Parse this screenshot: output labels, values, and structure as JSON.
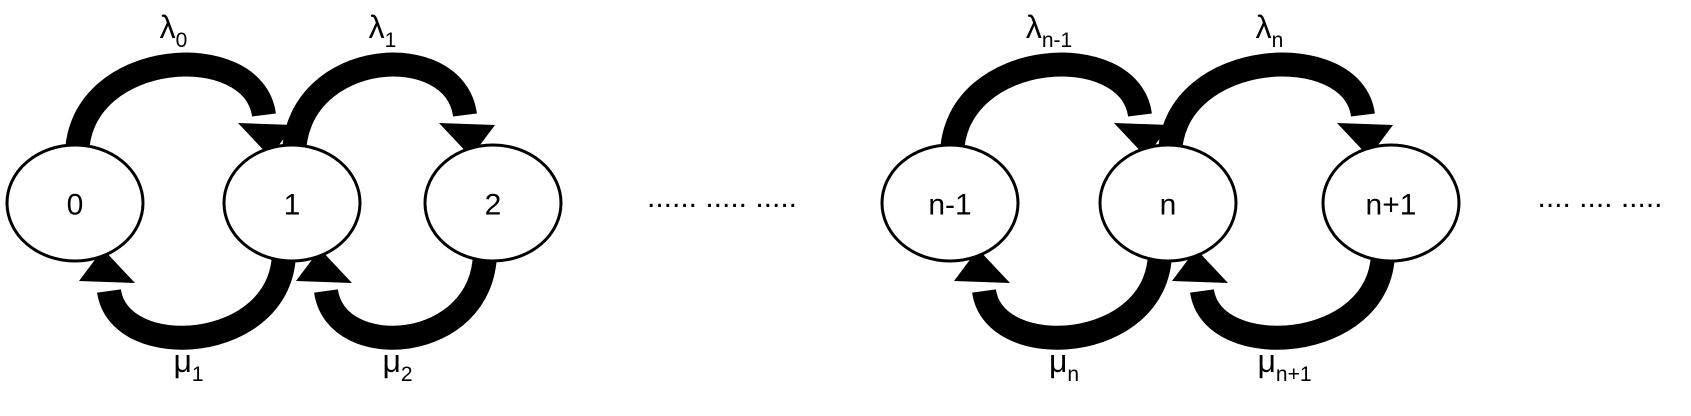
{
  "nodes": [
    {
      "id": "0",
      "label": "0"
    },
    {
      "id": "1",
      "label": "1"
    },
    {
      "id": "2",
      "label": "2"
    },
    {
      "id": "n-1",
      "label": "n-1"
    },
    {
      "id": "n",
      "label": "n"
    },
    {
      "id": "n+1",
      "label": "n+1"
    }
  ],
  "birth_rates": [
    {
      "symbol": "λ",
      "sub": "0",
      "from": "0",
      "to": "1"
    },
    {
      "symbol": "λ",
      "sub": "1",
      "from": "1",
      "to": "2"
    },
    {
      "symbol": "λ",
      "sub": "n-1",
      "from": "n-1",
      "to": "n"
    },
    {
      "symbol": "λ",
      "sub": "n",
      "from": "n",
      "to": "n+1"
    }
  ],
  "death_rates": [
    {
      "symbol": "μ",
      "sub": "1",
      "from": "1",
      "to": "0"
    },
    {
      "symbol": "μ",
      "sub": "2",
      "from": "2",
      "to": "1"
    },
    {
      "symbol": "μ",
      "sub": "n",
      "from": "n",
      "to": "n-1"
    },
    {
      "symbol": "μ",
      "sub": "n+1",
      "from": "n+1",
      "to": "n"
    }
  ],
  "ellipses": [
    {
      "text": "...... ..... ....."
    },
    {
      "text": ".... .... ....."
    }
  ]
}
